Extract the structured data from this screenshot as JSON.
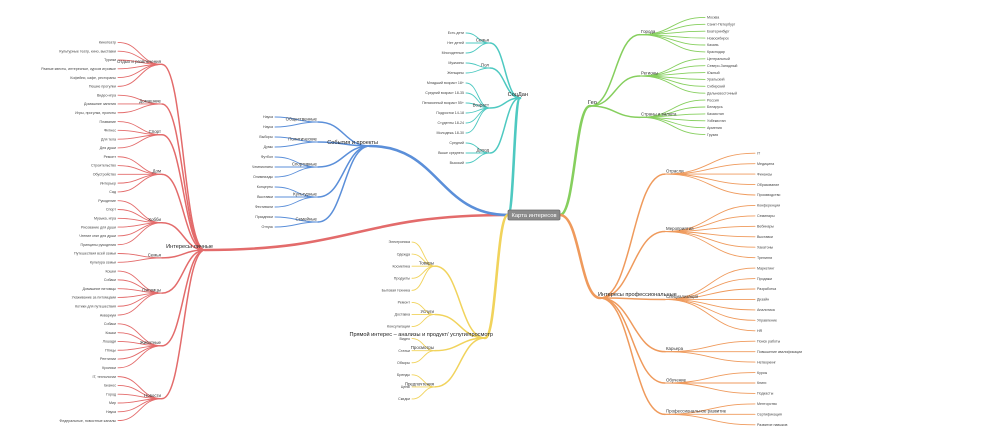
{
  "center": {
    "label": "Карта интересов",
    "color": "#8a8a8a"
  },
  "branches": [
    {
      "id": "red",
      "label": "Интересы личные",
      "color": "#e36b6b",
      "groups": [
        {
          "label": "Отдых и развлечения",
          "leaves": [
            "Кинотеатр",
            "Культурные театр, кино, выставки",
            "Туризм",
            "Разные квесты, интересные, курсов игровые",
            "Кофейни, кафе, рестораны",
            "Пешие прогулки"
          ]
        },
        {
          "label": "Домашние",
          "leaves": [
            "Видео-игра",
            "Домашние занятия",
            "Игры, прогулки, проекты"
          ]
        },
        {
          "label": "Спорт",
          "leaves": [
            "Плавание",
            "Фитнес",
            "Для тела",
            "Для души"
          ]
        },
        {
          "label": "Дом",
          "leaves": [
            "Ремонт",
            "Строительство",
            "Обустройство",
            "Интерьер",
            "Сад"
          ]
        },
        {
          "label": "Хобби",
          "leaves": [
            "Рукоделие",
            "Спорт",
            "Музыка, игра",
            "Рисование для души",
            "Чтение книг для души",
            "Принципы рукоделия"
          ]
        },
        {
          "label": "Семья",
          "leaves": [
            "Путешествия всей семьи",
            "Культура семьи"
          ]
        },
        {
          "label": "Питомцы",
          "leaves": [
            "Кошки",
            "Собаки",
            "Домашние питомцы",
            "Ухаживание за питомцами",
            "Котики для путешествия",
            "Аквариум"
          ]
        },
        {
          "label": "Животные",
          "leaves": [
            "Собаки",
            "Кошки",
            "Лошади",
            "Птицы",
            "Рептилии",
            "Кролики"
          ]
        },
        {
          "label": "Новости",
          "leaves": [
            "IT, технологии",
            "Бизнес",
            "Город",
            "Мир",
            "Наука",
            "Федеральные, новостные каналы"
          ]
        }
      ]
    },
    {
      "id": "blue",
      "label": "События и проекты",
      "color": "#5b8fd9",
      "groups": [
        {
          "label": "Общественные",
          "leaves": [
            "Наука",
            "Наука"
          ]
        },
        {
          "label": "Политические",
          "leaves": [
            "Выборы",
            "Думы"
          ]
        },
        {
          "label": "Спортивные",
          "leaves": [
            "Футбол",
            "Чемпионаты",
            "Олимпиады"
          ]
        },
        {
          "label": "Культурные",
          "leaves": [
            "Концерты",
            "Выставки",
            "Фестивали"
          ]
        },
        {
          "label": "Семейные",
          "leaves": [
            "Праздники",
            "Отпуск"
          ]
        }
      ]
    },
    {
      "id": "teal",
      "label": "СоцДан",
      "color": "#4ec9c1",
      "groups": [
        {
          "label": "Семья",
          "leaves": [
            "Есть дети",
            "Нет детей",
            "Многодетные"
          ]
        },
        {
          "label": "Пол",
          "leaves": [
            "Мужчины",
            "Женщины"
          ]
        },
        {
          "label": "Возраст",
          "leaves": [
            "Младший возраст 18+",
            "Средний возраст 18-35",
            "Пенсионный возраст 55+",
            "Подростки 14-18",
            "Студенты 18-24",
            "Молодежь 18-30"
          ]
        },
        {
          "label": "Доход",
          "leaves": [
            "Средний",
            "Выше среднего",
            "Высокий"
          ]
        }
      ]
    },
    {
      "id": "green",
      "label": "Гео",
      "color": "#86cf5e",
      "groups": [
        {
          "label": "Города",
          "leaves": [
            "Москва",
            "Санкт-Петербург",
            "Екатеринбург",
            "Новосибирск",
            "Казань",
            "Краснодар"
          ]
        },
        {
          "label": "Регионы",
          "leaves": [
            "Центральный",
            "Северо-Западный",
            "Южный",
            "Уральский",
            "Сибирский",
            "Дальневосточный"
          ]
        },
        {
          "label": "Страны и валюта",
          "leaves": [
            "Россия",
            "Беларусь",
            "Казахстан",
            "Узбекистан",
            "Армения",
            "Грузия"
          ]
        }
      ]
    },
    {
      "id": "orange",
      "label": "Интересы профессиональные",
      "color": "#ef9a5c",
      "groups": [
        {
          "label": "Отрасли",
          "leaves": [
            "IT",
            "Медицина",
            "Финансы",
            "Образование",
            "Производство"
          ]
        },
        {
          "label": "Мероприятия",
          "leaves": [
            "Конференции",
            "Семинары",
            "Вебинары",
            "Выставки",
            "Хакатоны",
            "Тренинги"
          ]
        },
        {
          "label": "Специализация",
          "leaves": [
            "Маркетинг",
            "Продажи",
            "Разработка",
            "Дизайн",
            "Аналитика",
            "Управление",
            "HR"
          ]
        },
        {
          "label": "Карьера",
          "leaves": [
            "Поиск работы",
            "Повышение квалификации",
            "Нетворкинг"
          ]
        },
        {
          "label": "Обучение",
          "leaves": [
            "Курсы",
            "Книги",
            "Подкасты"
          ]
        },
        {
          "label": "Профессиональное развитие",
          "leaves": [
            "Менторство",
            "Сертификация",
            "Развитие навыков"
          ]
        }
      ]
    },
    {
      "id": "yellow",
      "label": "Прямой интерес – анализы и продукт/ услуги/просмотр",
      "color": "#f1d35c",
      "groups": [
        {
          "label": "Товары",
          "leaves": [
            "Электроника",
            "Одежда",
            "Косметика",
            "Продукты",
            "Бытовая техника"
          ]
        },
        {
          "label": "Услуги",
          "leaves": [
            "Ремонт",
            "Доставка",
            "Консультации"
          ]
        },
        {
          "label": "Просмотры",
          "leaves": [
            "Видео",
            "Статьи",
            "Обзоры"
          ]
        },
        {
          "label": "Предпочтения",
          "leaves": [
            "Бренды",
            "Цены",
            "Скидки"
          ]
        }
      ]
    }
  ]
}
